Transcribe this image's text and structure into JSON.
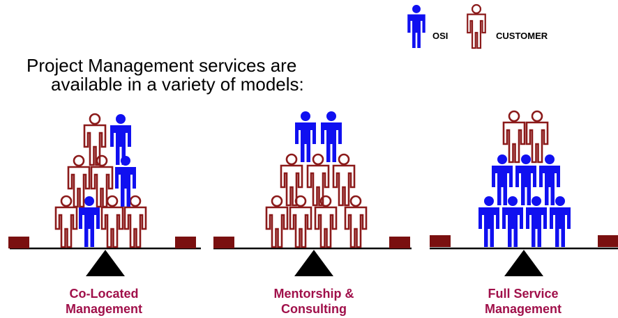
{
  "legend": {
    "osi_label": "OSI",
    "customer_label": "CUSTOMER"
  },
  "headline": {
    "line1": "Project Management services are",
    "line2": "available in a variety of models:"
  },
  "models": [
    {
      "label_line1": "Co-Located",
      "label_line2": "Management"
    },
    {
      "label_line1": "Mentorship &",
      "label_line2": "Consulting"
    },
    {
      "label_line1": "Full Service",
      "label_line2": "Management"
    }
  ],
  "colors": {
    "osi": "#1010f0",
    "customer": "#8b1a1a",
    "caption": "#a0104a",
    "beam": "#000000",
    "weight": "#7a1010",
    "fulcrum": "#000000"
  },
  "icons": {
    "osi_person": "person-icon",
    "customer_person": "person-outline-icon"
  }
}
